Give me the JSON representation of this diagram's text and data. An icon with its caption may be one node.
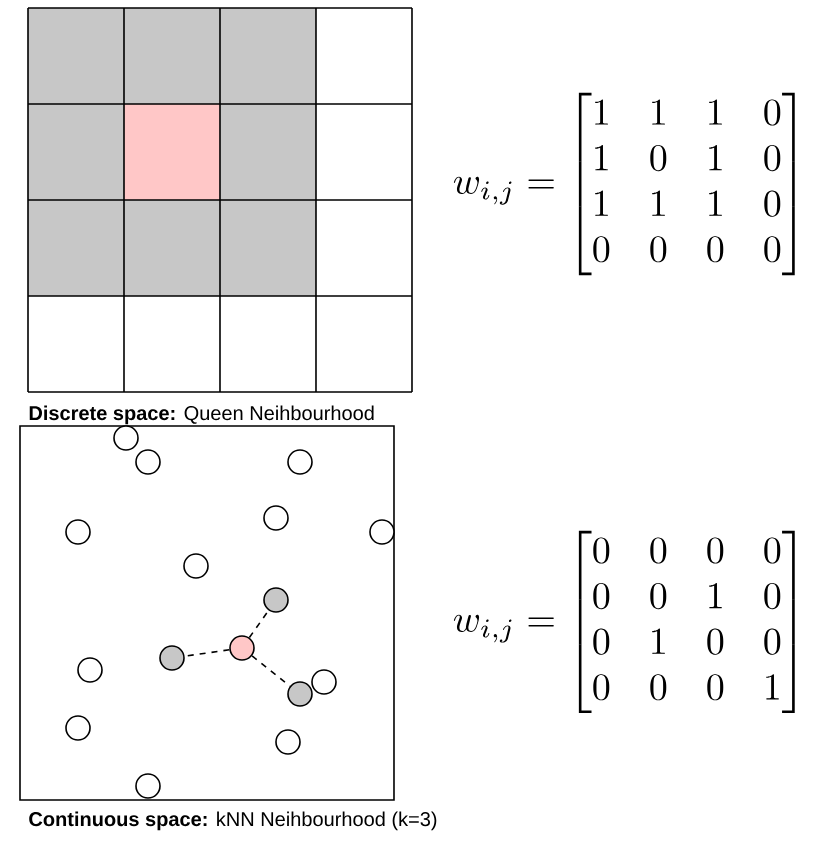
{
  "diagram": {
    "nodes": [
      {
        "text": [],
        "shape": "circle"
      },
      {
        "text": [],
        "shape": "circle"
      },
      {
        "text": [],
        "shape": "circle"
      },
      {
        "text": [],
        "shape": "circle"
      },
      {
        "text": [],
        "shape": "circle"
      },
      {
        "text": [],
        "shape": "circle"
      },
      {
        "text": [],
        "shape": "circle"
      },
      {
        "text": [],
        "shape": "circle"
      },
      {
        "text": [],
        "shape": "circle"
      },
      {
        "text": [],
        "shape": "circle"
      },
      {
        "text": [],
        "shape": "circle"
      },
      {
        "text": [],
        "shape": "circle"
      },
      {
        "text": [],
        "shape": "circle"
      },
      {
        "text": [],
        "shape": "circle"
      },
      {
        "text": [],
        "shape": "circle"
      },
      {
        "text": [],
        "shape": "circle"
      }
    ],
    "edges": [
      {
        "from": 8,
        "to": 7,
        "arrow": "none",
        "style": "dashed"
      },
      {
        "from": 8,
        "to": 9,
        "arrow": "none",
        "style": "dashed"
      },
      {
        "from": 8,
        "to": 12,
        "arrow": "none",
        "style": "dashed"
      }
    ],
    "labels": [
      "w_{i,j} = \\begin{bmatrix}1 & 1 & 1 & 0\\\\ 1 & 0 & 1 & 0\\\\ 1 & 1 & 1 & 0\\\\ 0 & 0 & 0 & 0\\end{bmatrix}",
      "**Discrete space:** Queen Neihbourhood",
      "w_{i,j} = \\begin{bmatrix}0 & 0 & 0 & 0\\\\ 0 & 0 & 1 & 0\\\\ 0 & 1 & 0 & 0\\\\ 0 & 0 & 0 & 1\\end{bmatrix}",
      "**Continuous space:** kNN Neihbourhood (k=3)"
    ]
  }
}
